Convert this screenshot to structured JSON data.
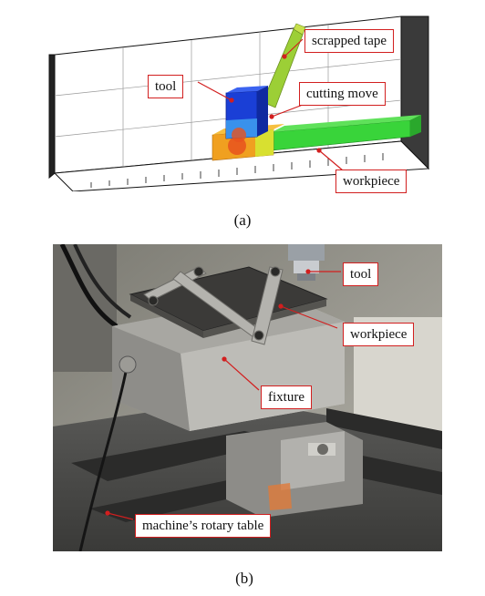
{
  "panel_a": {
    "caption": "(a)",
    "labels": {
      "scrapped_tape": "scrapped tape",
      "tool": "tool",
      "cutting_move": "cutting move",
      "workpiece": "workpiece"
    }
  },
  "panel_b": {
    "caption": "(b)",
    "labels": {
      "tool": "tool",
      "workpiece": "workpiece",
      "fixture": "fixture",
      "rotary_table": "machine’s rotary table"
    }
  },
  "colors": {
    "callout_border": "#d21f1f",
    "leader_line": "#d21f1f",
    "tool_blue": "#1a3fd6",
    "workpiece_green": "#39d43a",
    "workpiece_hot": "#f0a020"
  }
}
